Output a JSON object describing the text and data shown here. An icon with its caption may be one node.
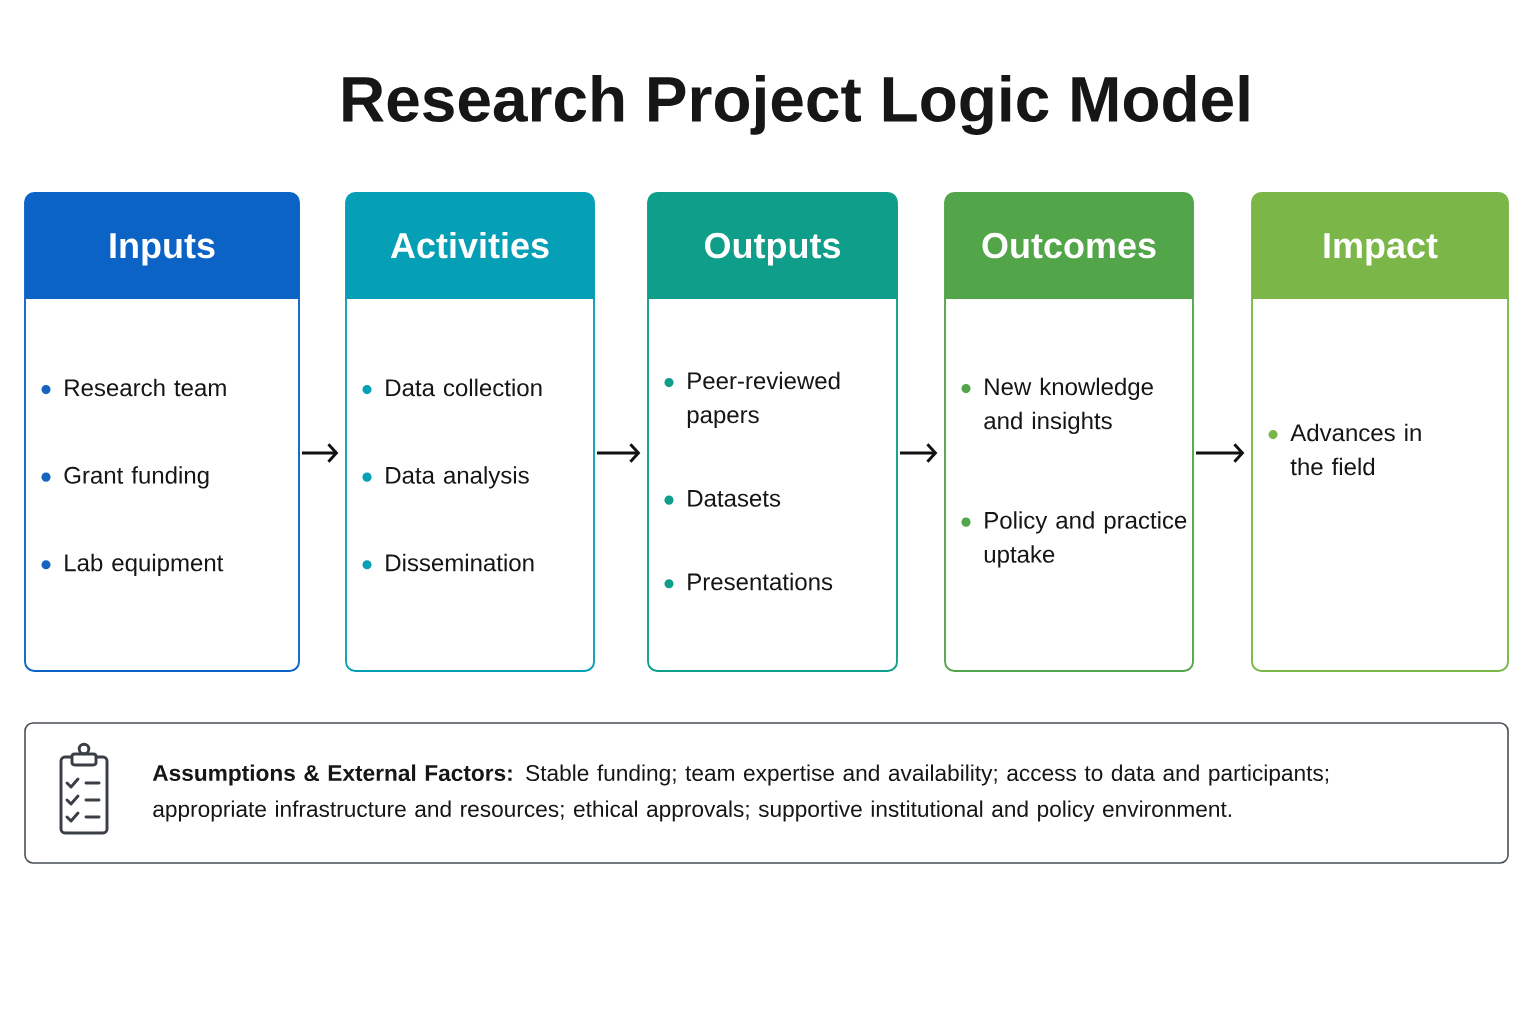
{
  "diagram": {
    "title": "Research Project Logic Model",
    "nodes": [
      {
        "text": [
          "Inputs",
          "Research team",
          "Grant funding",
          "Lab equipment"
        ]
      },
      {
        "text": [
          "Activities",
          "Data collection",
          "Data analysis",
          "Dissemination"
        ]
      },
      {
        "text": [
          "Outputs",
          "Peer-reviewed papers",
          "Datasets",
          "Presentations"
        ]
      },
      {
        "text": [
          "Outcomes",
          "New knowledge and insights",
          "Policy and practice uptake"
        ]
      },
      {
        "text": [
          "Impact",
          "Advances in the field"
        ]
      },
      {
        "text": [
          "**Assumptions & External Factors:** Stable funding; team expertise and availability; access to data and participants; appropriate infrastructure and resources; ethical approvals; supportive institutional and policy environment."
        ]
      }
    ],
    "edges": [
      {
        "from": 0,
        "to": 1,
        "arrow": "to"
      },
      {
        "from": 1,
        "to": 2,
        "arrow": "to"
      },
      {
        "from": 2,
        "to": 3,
        "arrow": "to"
      },
      {
        "from": 3,
        "to": 4,
        "arrow": "to"
      }
    ]
  }
}
